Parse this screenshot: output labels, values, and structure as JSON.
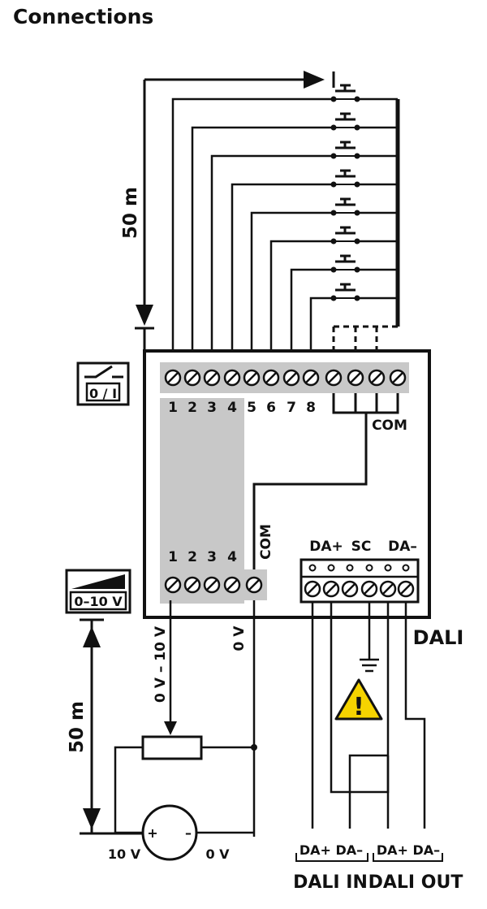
{
  "title": "Connections",
  "switch_icon_label": "0 / I",
  "dimmer_icon_label": "0–10 V",
  "distance_top": "50 m",
  "distance_bottom": "50 m",
  "switch_terminals": [
    "1",
    "2",
    "3",
    "4",
    "5",
    "6",
    "7",
    "8"
  ],
  "com_label_top": "COM",
  "analog_terminals": [
    "1",
    "2",
    "3",
    "4"
  ],
  "com_label_vertical": "COM",
  "dali_labels": {
    "da_plus": "DA+",
    "sc": "SC",
    "da_minus": "DA–"
  },
  "dali_label": "DALI",
  "analog_signal_label": "0 V – 10 V",
  "zero_v_label": "0 V",
  "source_plus_label": "10 V",
  "source_minus_label": "0 V",
  "plus_sign": "+",
  "minus_sign": "–",
  "warning_glyph": "!",
  "dali_in_pins": "DA+ DA–",
  "dali_out_pins": "DA+ DA–",
  "dali_in_label": "DALI IN",
  "dali_out_label": "DALI OUT"
}
